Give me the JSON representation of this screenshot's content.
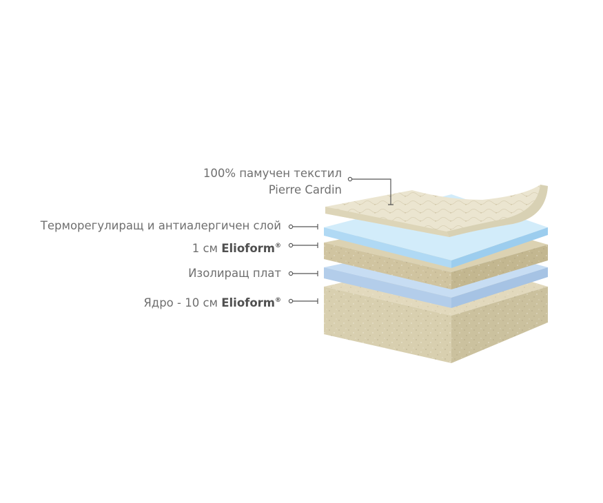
{
  "labels": {
    "top_line1": "100% памучен текстил",
    "top_line2": "Pierre Cardin",
    "thermo": "Терморегулиращ и антиалергичен слой",
    "foam_prefix": "1 см",
    "foam_brand": "Elioform",
    "foam_mark": "®",
    "insulation": "Изолиращ плат",
    "core_prefix": "Ядро - 10 см",
    "core_brand": "Elioform",
    "core_mark": "®"
  },
  "colors": {
    "text": "#6f6f6f",
    "brand_text": "#505050",
    "leader_line": "#555555",
    "cotton": "#e9e2cc",
    "blue_layer": "#bfe2f6",
    "foam": "#d3c7a4",
    "insulation_layer": "#b9d4f0",
    "core": "#d8cfaf"
  }
}
